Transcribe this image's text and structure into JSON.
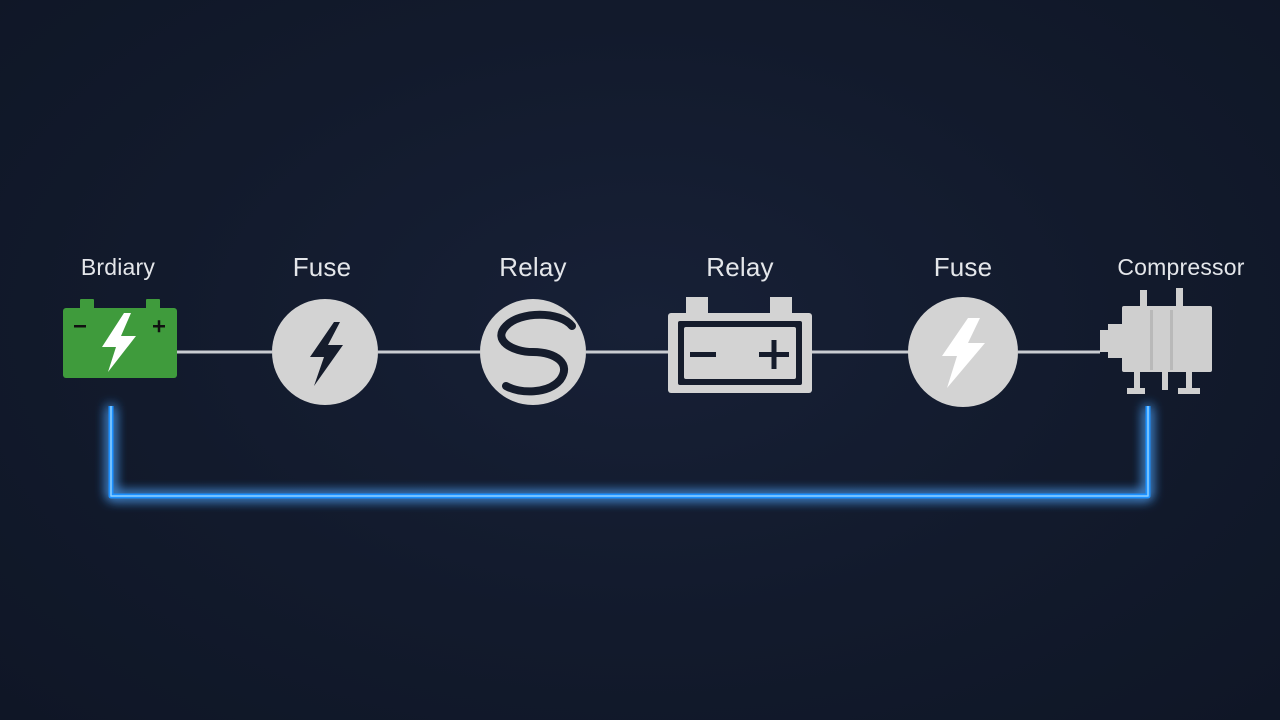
{
  "colors": {
    "background": "#131b2d",
    "wire": "#c9ccd1",
    "component": "#d4d4d4",
    "battery": "#3f9b3c",
    "ground_glow": "#1e90ff"
  },
  "components": [
    {
      "id": "battery",
      "label": "Brdiary",
      "icon": "battery-icon"
    },
    {
      "id": "fuse1",
      "label": "Fuse",
      "icon": "lightning-circle-icon"
    },
    {
      "id": "relay1",
      "label": "Relay",
      "icon": "s-coil-circle-icon"
    },
    {
      "id": "relay2",
      "label": "Relay",
      "icon": "battery-outline-icon"
    },
    {
      "id": "fuse2",
      "label": "Fuse",
      "icon": "lightning-circle-icon"
    },
    {
      "id": "compressor",
      "label": "Compressor",
      "icon": "compressor-icon"
    }
  ]
}
